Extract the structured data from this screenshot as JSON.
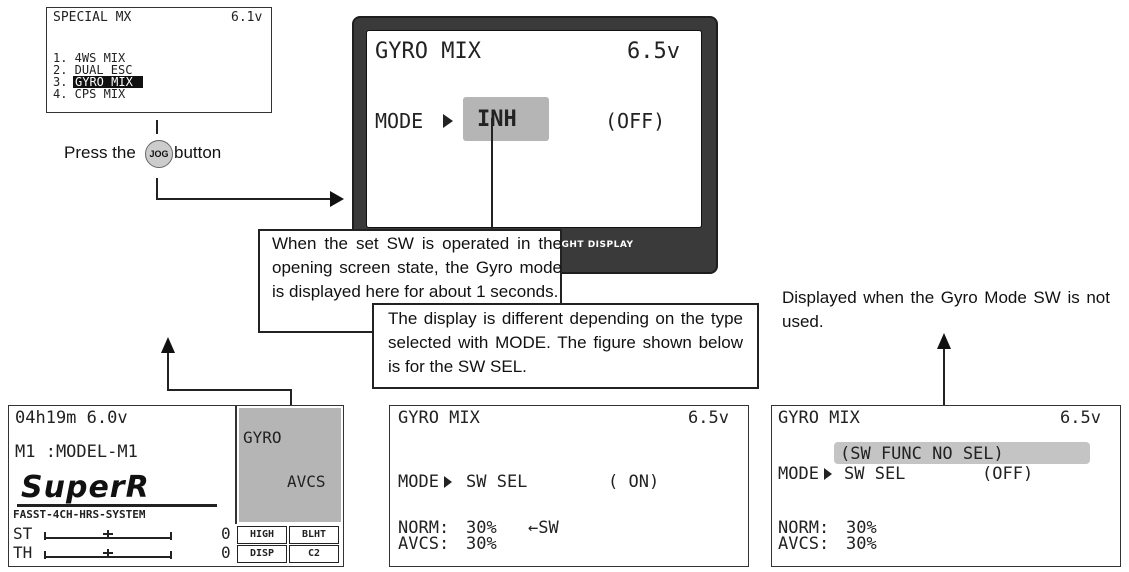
{
  "special_mx": {
    "title": "SPECIAL MX",
    "voltage": "6.1v",
    "items": [
      "1. 4WS MIX",
      "2. DUAL ESC",
      "3.",
      "GYRO MIX",
      "4. CPS MIX"
    ]
  },
  "press_jog": {
    "before": "Press the",
    "button": "JOG",
    "after": "button"
  },
  "main_display": {
    "title": "GYRO MIX",
    "voltage": "6.5v",
    "mode_label": "MODE",
    "mode_value": "INH",
    "state": "(OFF)",
    "bezel_text": "MULTI FUNCTION BACKLIGHT DISPLAY"
  },
  "notes": {
    "left": "When the set SW is operated in the opening screen state, the Gyro mode is displayed here for about 1 seconds.",
    "center": "The display is different depending on the type selected with MODE. The figure shown below is for the SW SEL.",
    "right": "Displayed when the Gyro Mode SW is not used."
  },
  "home_screen": {
    "timer_voltage": "04h19m 6.0v",
    "model": "M1 :MODEL-M1",
    "logo": "SuperR",
    "system": "FASST-4CH-HRS-SYSTEM",
    "st_label": "ST",
    "th_label": "TH",
    "st_value": "0",
    "th_value": "0",
    "gyro": "GYRO",
    "avcs": "AVCS",
    "buttons": [
      "HIGH",
      "BLHT",
      "DISP",
      "C2"
    ]
  },
  "sw_sel_screen": {
    "title": "GYRO MIX",
    "voltage": "6.5v",
    "mode_label": "MODE",
    "mode_value": "SW SEL",
    "state": "( ON)",
    "norm_label": "NORM:",
    "norm_value": "30%",
    "norm_sw": "←SW",
    "avcs_label": "AVCS:",
    "avcs_value": "30%"
  },
  "no_sel_screen": {
    "title": "GYRO MIX",
    "voltage": "6.5v",
    "banner": "(SW FUNC NO SEL)",
    "mode_label": "MODE",
    "mode_value": "SW SEL",
    "state": "(OFF)",
    "norm_label": "NORM:",
    "norm_value": "30%",
    "avcs_label": "AVCS:",
    "avcs_value": "30%"
  }
}
